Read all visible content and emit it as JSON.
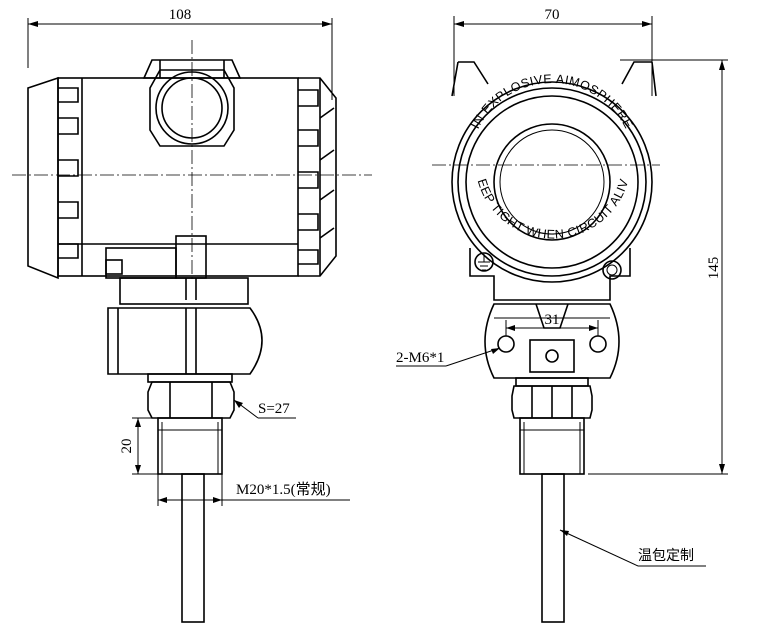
{
  "side_view": {
    "width_dim": "108",
    "hex_label": "S=27",
    "thread_height_dim": "20",
    "thread_label": "M20*1.5(常规)"
  },
  "front_view": {
    "width_dim": "70",
    "height_dim": "145",
    "hole_spacing_dim": "31",
    "mounting_holes_label": "2-M6*1",
    "probe_label": "温包定制",
    "cover_text_top": "IN EXPLOSIVE AIMOSPHERE",
    "cover_text_bottom": "KEEP TIGHT WHEN CIRCUIT ALIVE"
  }
}
